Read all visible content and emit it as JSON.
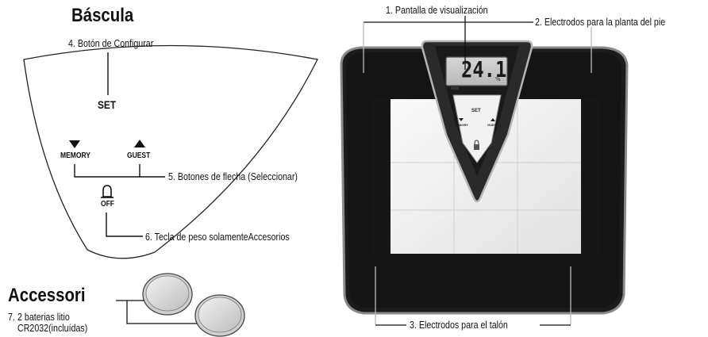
{
  "left_panel": {
    "title": "Báscula",
    "set_button_callout": "4. Botón de Configurar",
    "set_label": "SET",
    "memory_label": "MEMORY",
    "guest_label": "GUEST",
    "arrow_buttons_callout": "5. Botones de flecha (Seleccionar)",
    "off_label": "OFF",
    "weight_only_callout": "6. Tecla de peso solamenteAccesorios"
  },
  "accessories": {
    "title": "Accessori",
    "item_number": "7.",
    "item_line1": "2 baterias litio",
    "item_line2": "CR2032(incluídas)"
  },
  "scale": {
    "display_callout": "1. Pantalla de visualización",
    "foot_electrodes_callout": "2. Electrodos para la planta del pie",
    "heel_electrodes_callout": "3. Electrodos para el talón",
    "display_reading": "24.1",
    "display_unit": "%",
    "panel_set_label": "SET",
    "panel_memory_label": "MEMORY",
    "panel_guest_label": "GUEST"
  }
}
